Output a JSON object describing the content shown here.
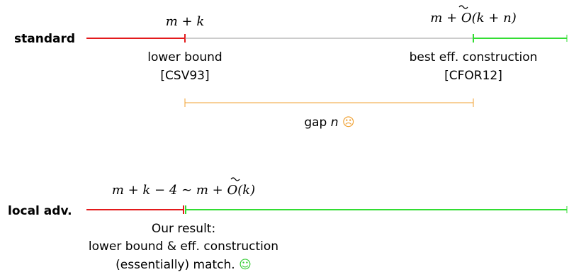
{
  "colors": {
    "lower_bound_red": "#e31a1c",
    "construction_green": "#33dd33",
    "gap_orange": "#f0a030",
    "baseline_gray": "#999999"
  },
  "standard": {
    "row_label": "standard",
    "lower_formula": "m + k",
    "upper_formula_prefix": "m + ",
    "upper_formula_O": "O",
    "upper_formula_suffix": "(k + n)",
    "lower_bound_label": "lower bound",
    "lower_bound_cite": "[CSV93]",
    "construction_label": "best eff. construction",
    "construction_cite": "[CFOR12]",
    "gap_label": "gap",
    "gap_var": "n",
    "gap_emoji": "☹"
  },
  "local": {
    "row_label": "local adv.",
    "formula_prefix": "m + k − 4 ∼ m + ",
    "formula_O": "O",
    "formula_suffix": "(k)",
    "result_line1": "Our result:",
    "result_line2": "lower bound & eff. construction",
    "result_line3": "(essentially) match.",
    "result_emoji": "☺"
  }
}
